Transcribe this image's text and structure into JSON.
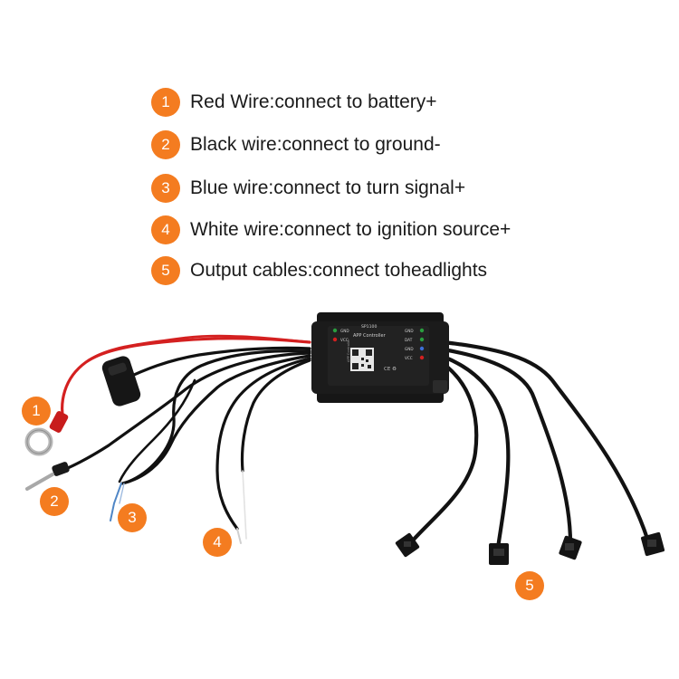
{
  "colors": {
    "accent": "#f47c20",
    "red_wire": "#d42020",
    "black_wire": "#111111",
    "module_body": "#1b1b1b"
  },
  "legend": [
    {
      "number": "1",
      "text": "Red Wire:connect to battery+"
    },
    {
      "number": "2",
      "text": "Black wire:connect to ground-"
    },
    {
      "number": "3",
      "text": "Blue wire:connect to turn signal+"
    },
    {
      "number": "4",
      "text": "White wire:connect to ignition source+"
    },
    {
      "number": "5",
      "text": "Output cables:connect toheadlights"
    }
  ],
  "callouts": {
    "c1": "1",
    "c2": "2",
    "c3": "3",
    "c4": "4",
    "c5": "5"
  },
  "module": {
    "model": "SP1100",
    "name": "APP Controller",
    "left_pins": [
      "GND",
      "VCC"
    ],
    "right_pins": [
      "GND",
      "DAT",
      "GND",
      "VCC"
    ],
    "side_label": "APP Controller",
    "marks": "CE ♻"
  }
}
